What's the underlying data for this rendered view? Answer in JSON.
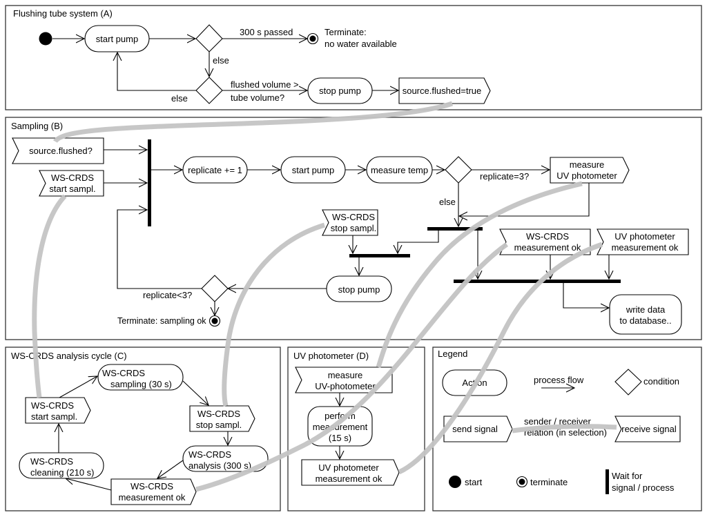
{
  "diagram": {
    "type": "UML activity diagram",
    "relation_color": "#c4c4c4",
    "panels": {
      "A": {
        "title": "Flushing tube system (A)",
        "start_pump": "start pump",
        "cond_300": "300 s passed",
        "else1": "else",
        "else2": "else",
        "terminate_l1": "Terminate:",
        "terminate_l2": "no water available",
        "cond_flushed_l1": "flushed volume >",
        "cond_flushed_l2": "tube volume?",
        "stop_pump": "stop pump",
        "send_flushed": "source.flushed=true"
      },
      "B": {
        "title": "Sampling (B)",
        "recv_flushed": "source.flushed?",
        "recv_start_l1": "WS-CRDS",
        "recv_start_l2": "start sampl.",
        "replicate_inc": "replicate += 1",
        "start_pump": "start pump",
        "measure_temp": "measure temp",
        "cond_rep3": "replicate=3?",
        "else": "else",
        "send_uv_l1": "measure",
        "send_uv_l2": "UV photometer",
        "recv_stop_l1": "WS-CRDS",
        "recv_stop_l2": "stop sampl.",
        "stop_pump": "stop pump",
        "cond_rep_lt3": "replicate<3?",
        "terminate": "Terminate: sampling ok",
        "recv_wsok_l1": "WS-CRDS",
        "recv_wsok_l2": "measurement ok",
        "recv_uvok_l1": "UV photometer",
        "recv_uvok_l2": "measurement ok",
        "write_l1": "write data",
        "write_l2": "to database.."
      },
      "C": {
        "title": "WS-CRDS analysis cycle (C)",
        "sampling_l1": "WS-CRDS",
        "sampling_l2": "sampling (30 s)",
        "start_l1": "WS-CRDS",
        "start_l2": "start sampl.",
        "stop_l1": "WS-CRDS",
        "stop_l2": "stop sampl.",
        "analysis_l1": "WS-CRDS",
        "analysis_l2": "analysis (300 s)",
        "cleaning_l1": "WS-CRDS",
        "cleaning_l2": "cleaning (210 s)",
        "mok_l1": "WS-CRDS",
        "mok_l2": "measurement ok"
      },
      "D": {
        "title": "UV photometer (D)",
        "recv_l1": "measure",
        "recv_l2": "UV-photometer",
        "perform_l1": "perform",
        "perform_l2": "measurement",
        "perform_l3": "(15 s)",
        "send_l1": "UV photometer",
        "send_l2": "measurement ok"
      },
      "legend": {
        "title": "Legend",
        "action": "Action",
        "process_flow": "process flow",
        "condition": "condition",
        "send_signal": "send signal",
        "relation_l1": "sender / receiver",
        "relation_l2": "relation (in selection)",
        "receive_signal": "receive signal",
        "start": "start",
        "terminate": "terminate",
        "wait_l1": "Wait for",
        "wait_l2": "signal / process"
      }
    }
  }
}
